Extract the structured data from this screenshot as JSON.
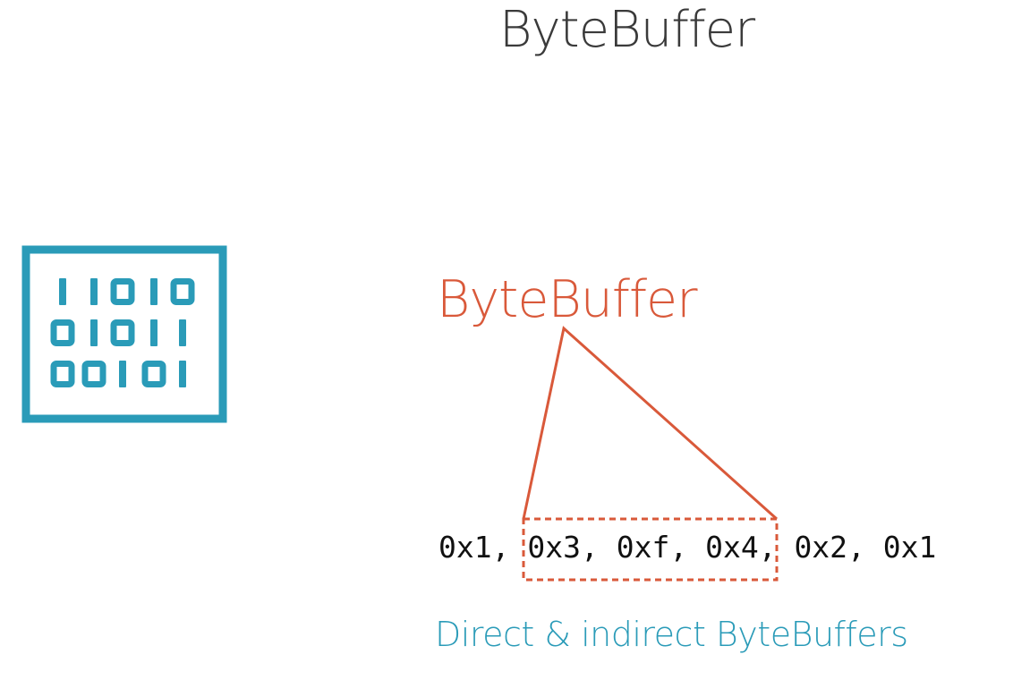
{
  "title": "ByteBuffer",
  "icon": {
    "name": "binary-data-icon",
    "rows": [
      "11010",
      "01011",
      "00101"
    ]
  },
  "subject": {
    "label": "ByteBuffer"
  },
  "bytes": [
    "0x1",
    "0x3",
    "0xf",
    "0x4",
    "0x2",
    "0x1"
  ],
  "separator": ", ",
  "window": {
    "start_index": 1,
    "end_index": 3
  },
  "caption": "Direct & indirect ByteBuffers",
  "colors": {
    "title": "#3a3a3a",
    "accent_orange": "#d9593a",
    "accent_teal": "#2a9bb8",
    "text": "#111111"
  }
}
